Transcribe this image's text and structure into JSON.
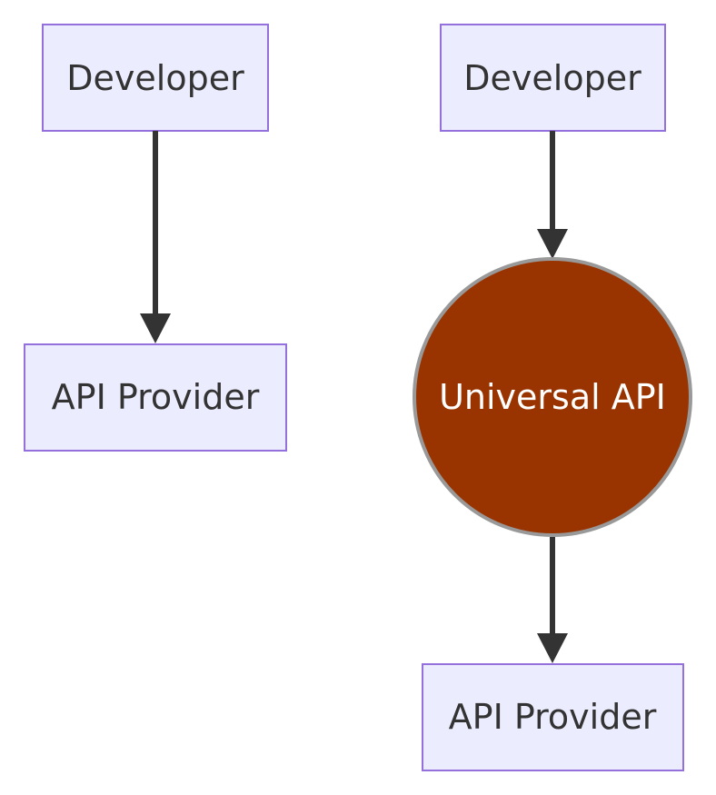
{
  "left_flow": {
    "developer_label": "Developer",
    "provider_label": "API Provider"
  },
  "right_flow": {
    "developer_label": "Developer",
    "universal_api_label": "Universal API",
    "provider_label": "API Provider"
  },
  "colors": {
    "box_fill": "#ECECFF",
    "box_stroke": "#9370DB",
    "text": "#333333",
    "universal_api_fill": "#993300",
    "universal_api_stroke": "#999999",
    "universal_api_text": "#ffffff",
    "edge": "#333333"
  }
}
